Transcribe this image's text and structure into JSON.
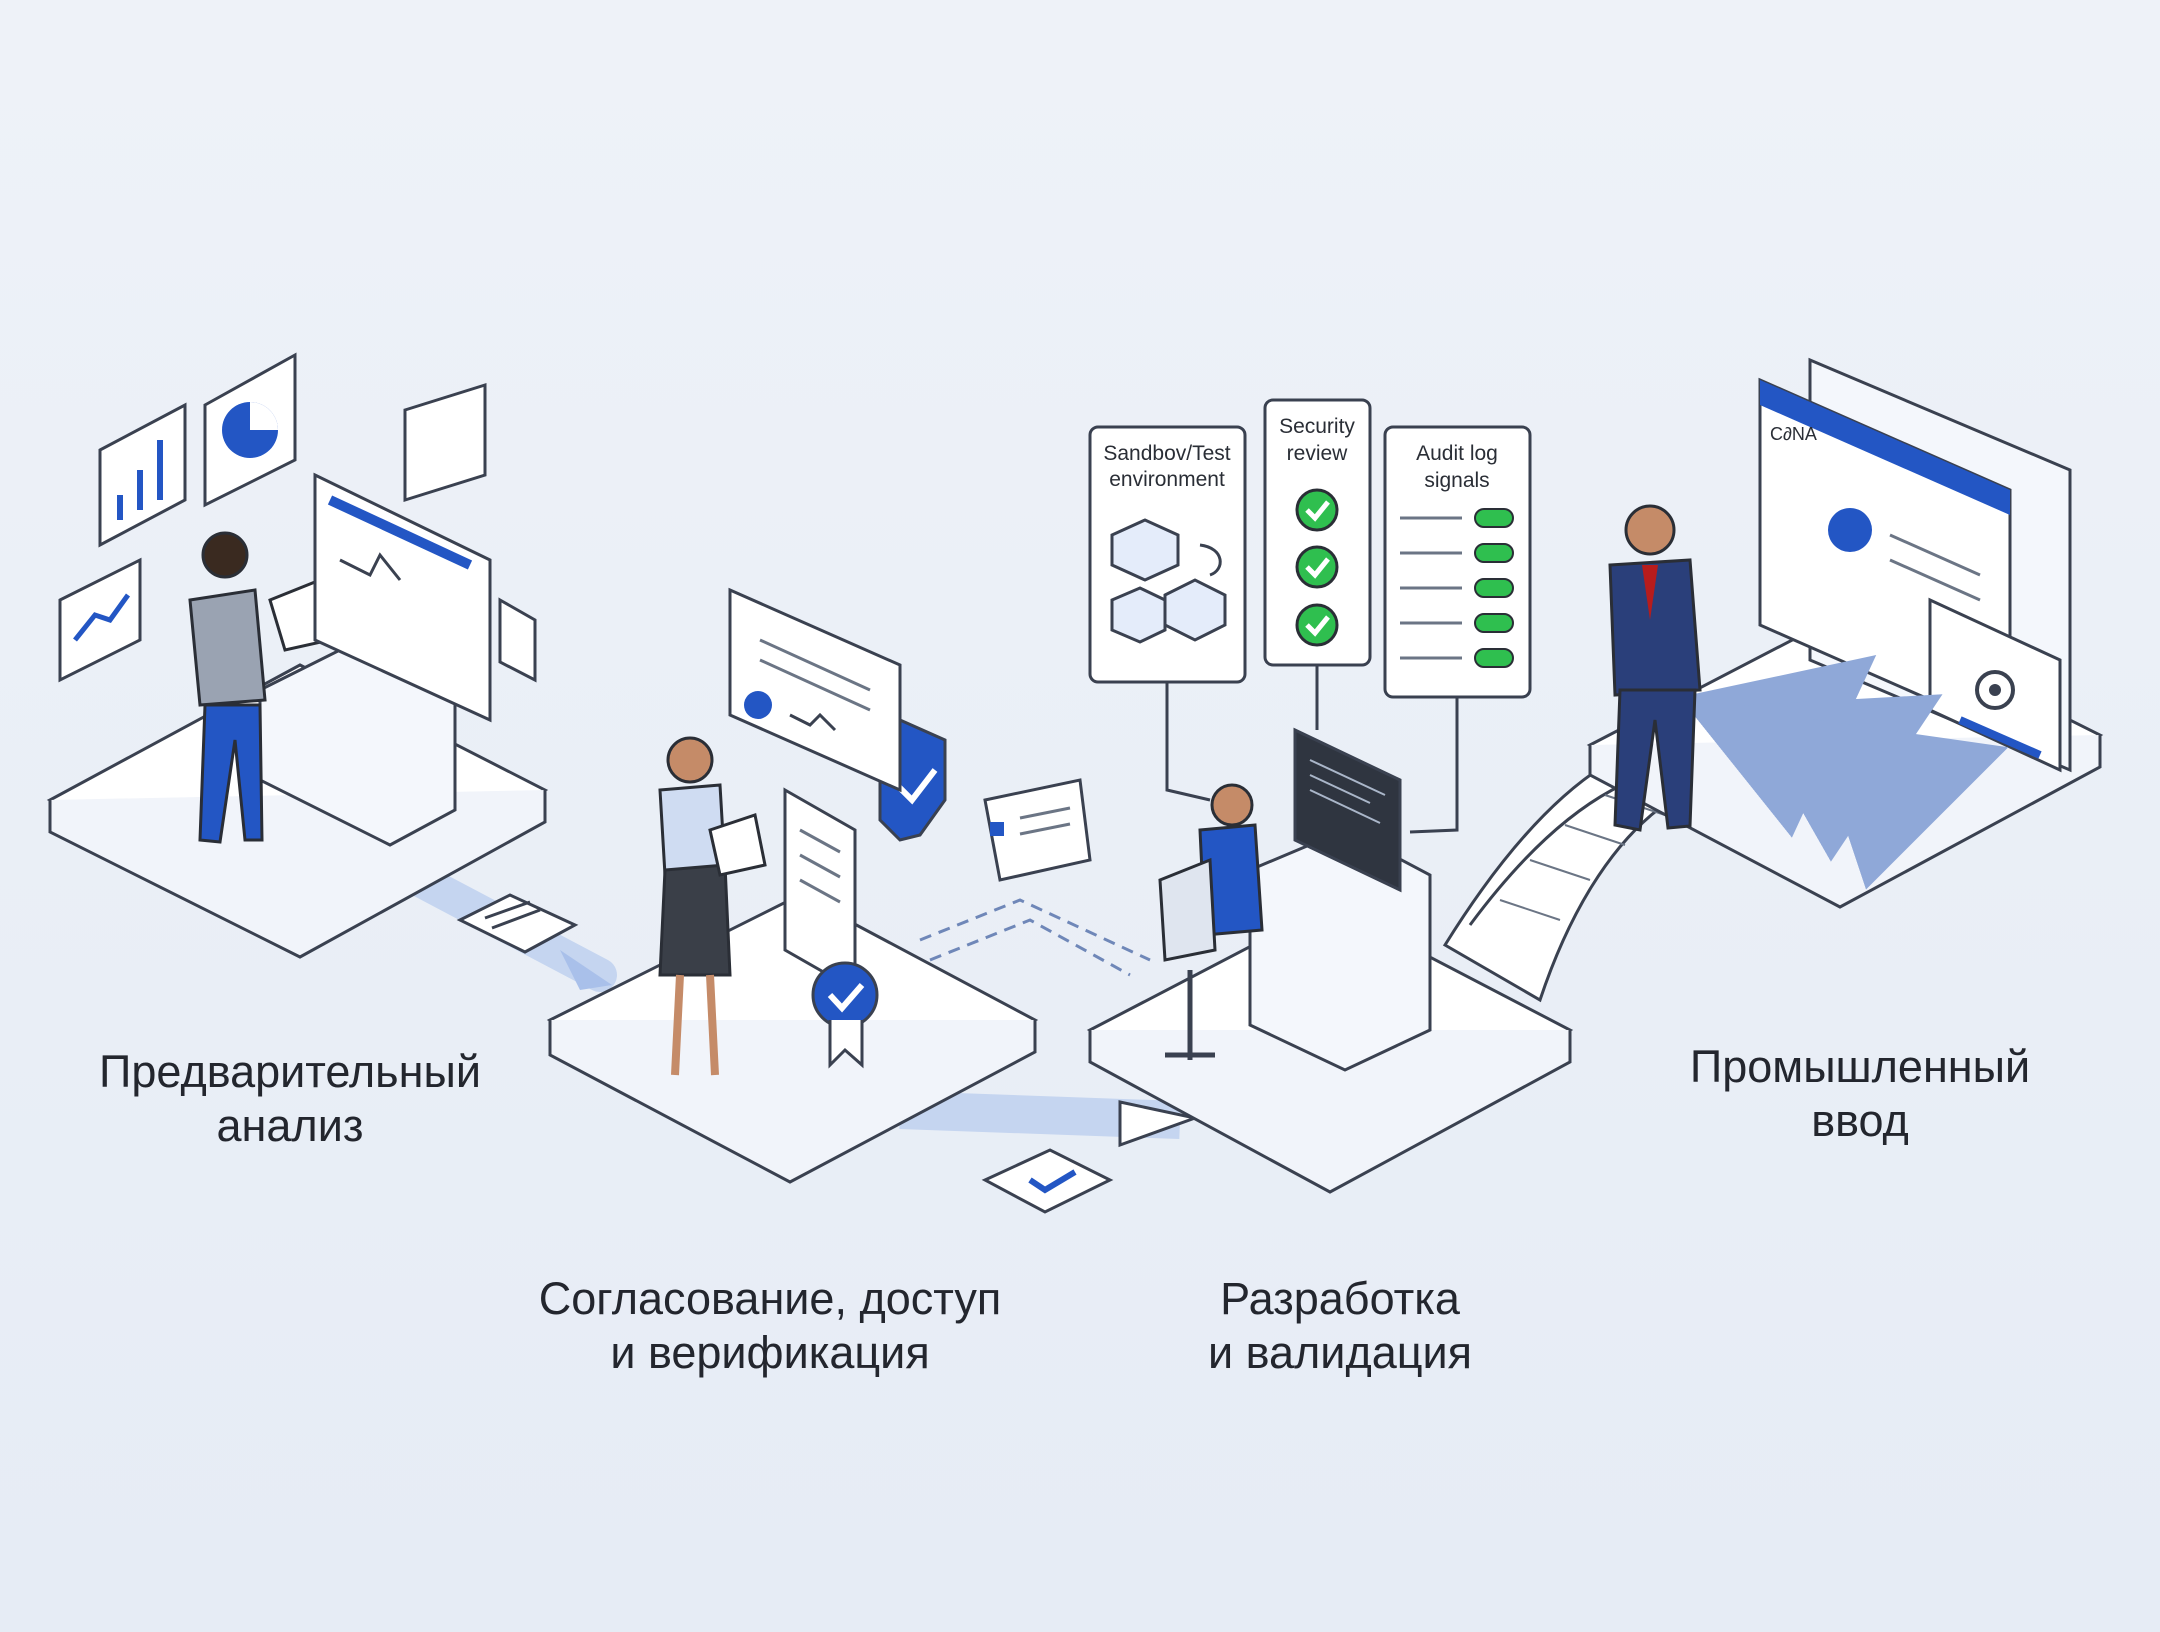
{
  "stages": [
    {
      "id": "analysis",
      "line1": "Предварительный",
      "line2": "анализ"
    },
    {
      "id": "approval",
      "line1": "Согласование, доступ",
      "line2": "и верификация"
    },
    {
      "id": "development",
      "line1": "Разработка",
      "line2": "и валидация"
    },
    {
      "id": "production",
      "line1": "Промышленный",
      "line2": "ввод"
    }
  ],
  "callouts": {
    "sandbox": {
      "line1": "Sandbov/Test",
      "line2": "environment"
    },
    "security": {
      "line1": "Security",
      "line2": "review"
    },
    "audit": {
      "line1": "Audit log",
      "line2": "signals"
    }
  },
  "screen_logo": "C∂NA",
  "colors": {
    "accent": "#2356c4",
    "success": "#2fbf4f",
    "outline": "#3a4150",
    "platform": "#ffffff",
    "background": "#e9eef6"
  }
}
